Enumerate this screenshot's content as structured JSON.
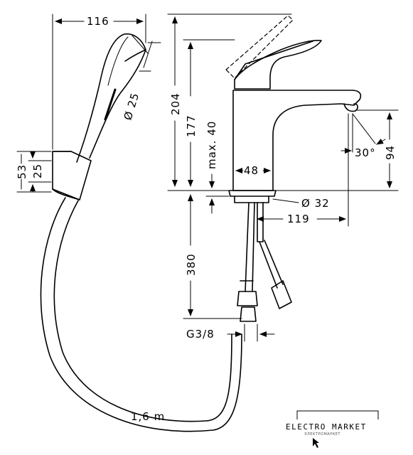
{
  "dimensions": {
    "shower_width": "116",
    "shower_diameter": "Ø 25",
    "holder_height": "53",
    "holder_inner": "25",
    "total_height": "204",
    "spout_height": "177",
    "max_thickness": "max. 40",
    "body_width": "48",
    "base_diameter": "Ø 32",
    "reach": "119",
    "angle": "30°",
    "spout_outlet": "94",
    "hose_length_supply": "380",
    "thread": "G3/8",
    "hose_length": "1,6 m"
  },
  "logo": {
    "title": "ELECTRO MARKET",
    "subtitle": "ЭЛЕКТРОМАРКЕТ"
  }
}
